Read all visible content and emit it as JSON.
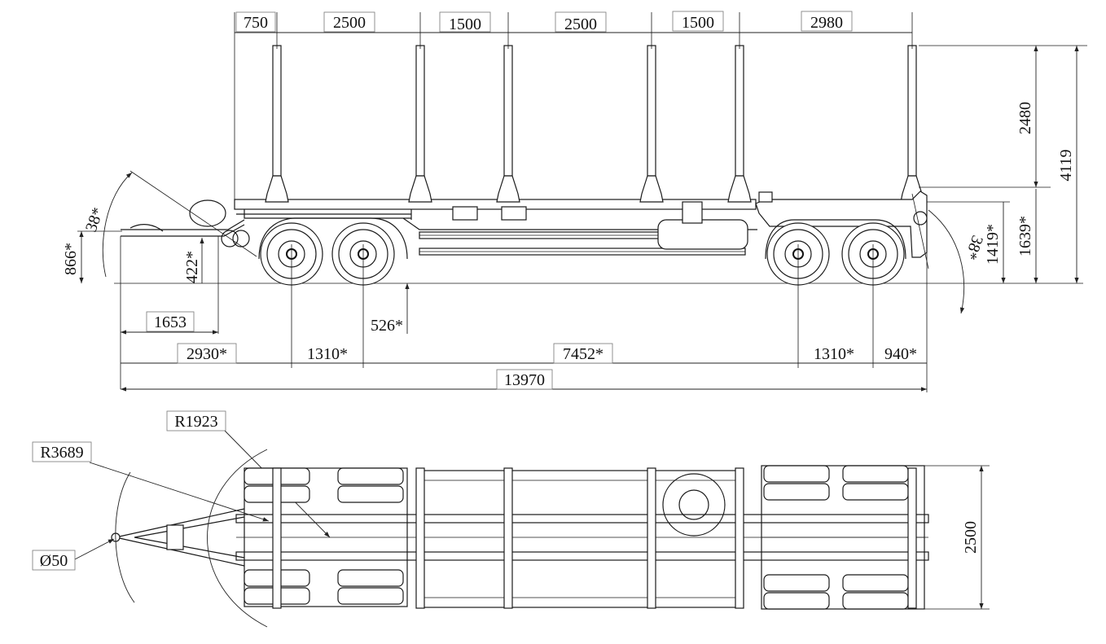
{
  "side_view": {
    "top_dims": [
      "750",
      "2500",
      "1500",
      "2500",
      "1500",
      "2980"
    ],
    "height_dims": {
      "stake_height": "2480",
      "total_height": "4119",
      "rear_platform": "1639*",
      "rear_deck": "1419*"
    },
    "angles": {
      "front_angle": "38*",
      "rear_angle": "38*"
    },
    "left_dims": {
      "coupling_height": "866*",
      "drawbar_height": "422*",
      "drawbar_length": "1653"
    },
    "axle_dims": {
      "front_overhang": "2930*",
      "front_axle_spacing": "1310*",
      "wheelbase": "7452*",
      "rear_axle_spacing": "1310*",
      "rear_overhang": "940*",
      "ground_clearance": "526*"
    },
    "total_length": "13970"
  },
  "top_view": {
    "turn_radius_inner": "R1923",
    "turn_radius_outer": "R3689",
    "eye_diameter": "Ø50",
    "width": "2500"
  }
}
